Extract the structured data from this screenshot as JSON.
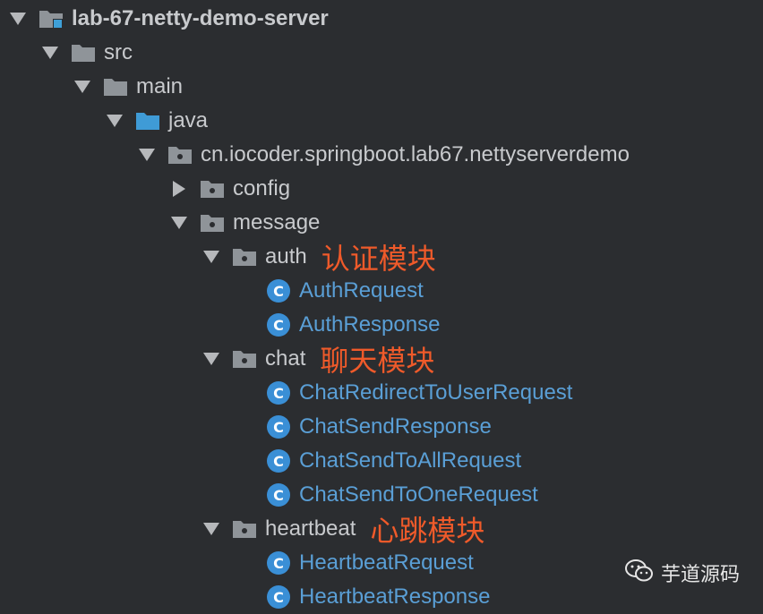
{
  "tree": {
    "root": "lab-67-netty-demo-server",
    "src": "src",
    "main": "main",
    "java": "java",
    "package": "cn.iocoder.springboot.lab67.nettyserverdemo",
    "config": "config",
    "message": "message",
    "auth": {
      "label": "auth",
      "note": "认证模块",
      "classes": [
        "AuthRequest",
        "AuthResponse"
      ]
    },
    "chat": {
      "label": "chat",
      "note": "聊天模块",
      "classes": [
        "ChatRedirectToUserRequest",
        "ChatSendResponse",
        "ChatSendToAllRequest",
        "ChatSendToOneRequest"
      ]
    },
    "heartbeat": {
      "label": "heartbeat",
      "note": "心跳模块",
      "classes": [
        "HeartbeatRequest",
        "HeartbeatResponse"
      ]
    },
    "class_icon_letter": "C"
  },
  "watermark": {
    "text": "芋道源码"
  },
  "colors": {
    "background": "#2b2d30",
    "text": "#c8cacd",
    "class_text": "#5a9fd6",
    "annotation": "#ef5a2a",
    "source_folder": "#3f9bd6"
  }
}
